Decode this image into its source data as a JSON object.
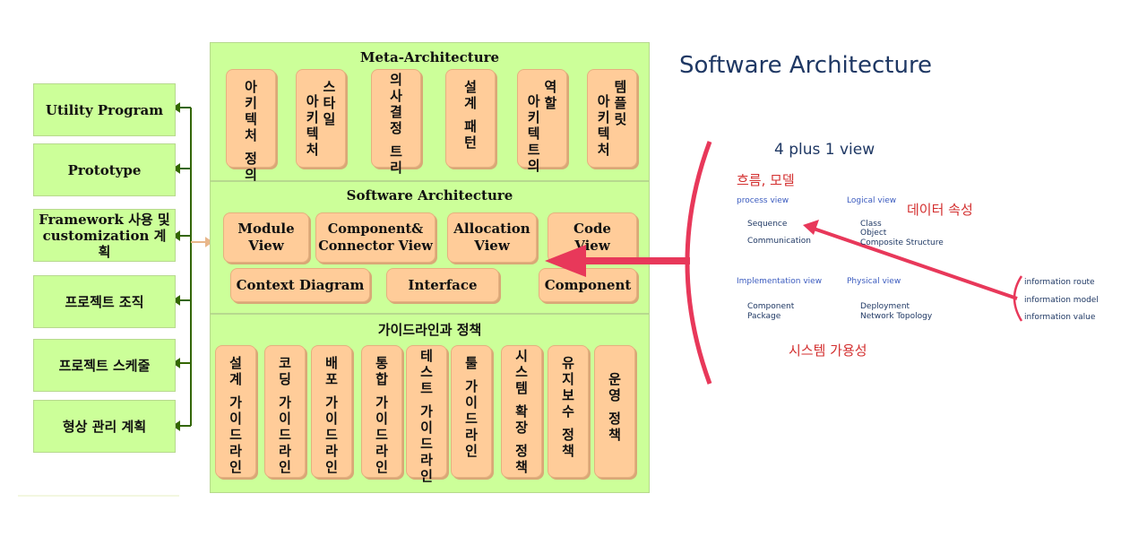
{
  "left_items": [
    {
      "label": "Utility Program"
    },
    {
      "label": "Prototype"
    },
    {
      "label": "Framework 사용 및 customization 계획"
    },
    {
      "label": "프로젝트 조직"
    },
    {
      "label": "프로젝트 스케줄"
    },
    {
      "label": "형상 관리 계획"
    }
  ],
  "meta": {
    "title": "Meta-Architecture",
    "boxes": [
      {
        "cols": [
          "아키텍처 정의"
        ]
      },
      {
        "cols": [
          "아키텍처",
          "스타일"
        ]
      },
      {
        "cols": [
          "의사결정 트리"
        ]
      },
      {
        "cols": [
          "설계 패턴"
        ]
      },
      {
        "cols": [
          "아키텍트의",
          "역할"
        ]
      },
      {
        "cols": [
          "아키텍처",
          "템플릿"
        ]
      }
    ]
  },
  "sa": {
    "title": "Software Architecture",
    "row1": [
      {
        "label": "Module View"
      },
      {
        "label": "Component& Connector View"
      },
      {
        "label": "Allocation View"
      },
      {
        "label": "Code View"
      }
    ],
    "row2": [
      {
        "label": "Context Diagram"
      },
      {
        "label": "Interface"
      },
      {
        "label": "Component"
      }
    ]
  },
  "guide": {
    "title": "가이드라인과 정책",
    "boxes": [
      {
        "cols": [
          "설계 가이드라인"
        ]
      },
      {
        "cols": [
          "코딩 가이드라인"
        ]
      },
      {
        "cols": [
          "배포 가이드라인"
        ]
      },
      {
        "cols": [
          "통합 가이드라인"
        ]
      },
      {
        "cols": [
          "테스트 가이드라인"
        ]
      },
      {
        "cols": [
          "툴 가이드라인"
        ]
      },
      {
        "cols": [
          "시스템 확장 정책"
        ]
      },
      {
        "cols": [
          "유지보수 정책"
        ]
      },
      {
        "cols": [
          "운영 정책"
        ]
      }
    ]
  },
  "right": {
    "title": "Software Architecture",
    "subtitle": "4 plus 1 view",
    "flow_label": "흐름, 모델",
    "data_label": "데이터 속성",
    "system_label": "시스템 가용성",
    "process_view": {
      "title": "process view",
      "items": [
        "Sequence",
        "Communication"
      ]
    },
    "logical_view": {
      "title": "Logical view",
      "items": [
        "Class",
        "Object",
        "Composite Structure"
      ]
    },
    "implementation_view": {
      "title": "Implementation view",
      "items": [
        "Component",
        "Package"
      ]
    },
    "physical_view": {
      "title": "Physical view",
      "items": [
        "Deployment",
        "Network Topology"
      ]
    },
    "info_items": [
      "information route",
      "information model",
      "information value"
    ]
  },
  "colors": {
    "panel_green": "#ccff99",
    "box_orange": "#ffcc99",
    "connector_green": "#336600",
    "accent_red": "#e8385a",
    "label_red": "#d32f2f",
    "title_navy": "#1f3864",
    "view_blue": "#3b5bbf"
  }
}
